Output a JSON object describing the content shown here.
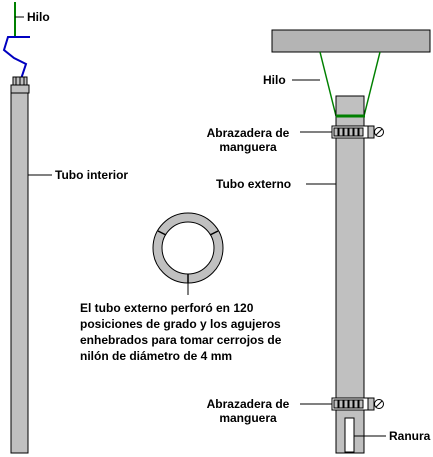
{
  "labels": {
    "hilo_left": "Hilo",
    "tubo_interior": "Tubo interior",
    "hilo_right": "Hilo",
    "abrazadera_top_l1": "Abrazadera de",
    "abrazadera_top_l2": "manguera",
    "tubo_externo": "Tubo externo",
    "ring_caption_l1": "El tubo externo perforó en 120",
    "ring_caption_l2": "posiciones de grado y los agujeros",
    "ring_caption_l3": "enhebrados para tomar cerrojos de",
    "ring_caption_l4": "nilón de diámetro de 4 mm",
    "abrazadera_bot_l1": "Abrazadera de",
    "abrazadera_bot_l2": "manguera",
    "ranura": "Ranura"
  },
  "colors": {
    "tube_fill": "#c0c0c0",
    "outline": "#000000",
    "string_green": "#008000",
    "wire_blue": "#0000c0",
    "ceiling": "#b4b4b4"
  }
}
